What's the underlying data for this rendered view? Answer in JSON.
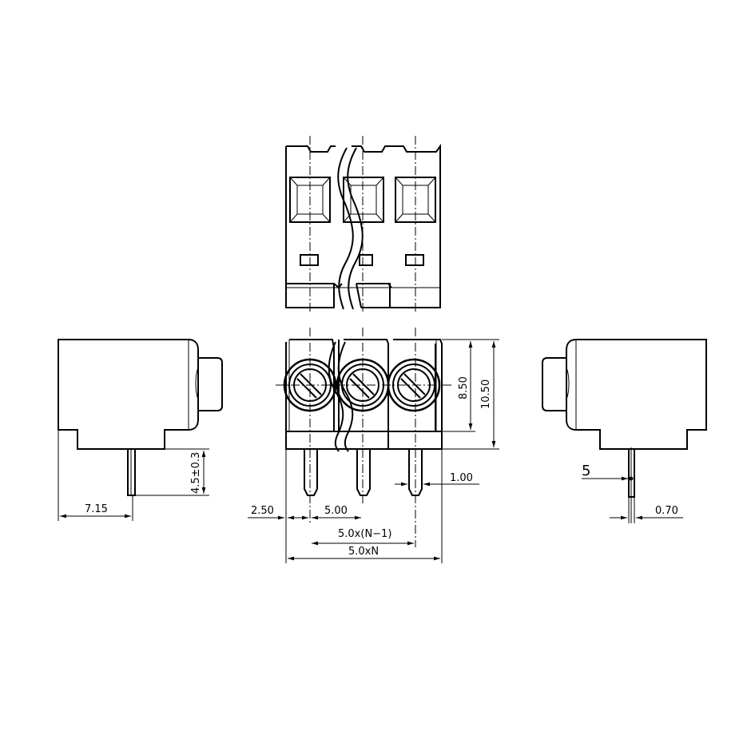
{
  "dimensions": {
    "left_width": "7.15",
    "pin_length": "4.5±0.3",
    "edge_offset": "2.50",
    "pitch": "5.00",
    "pitch_n_minus_1": "5.0x(N−1)",
    "total_width": "5.0xN",
    "pin_width": "1.00",
    "height_upper": "8.50",
    "height_total": "10.50",
    "pin_thickness": "0.70",
    "label_5": "5"
  }
}
